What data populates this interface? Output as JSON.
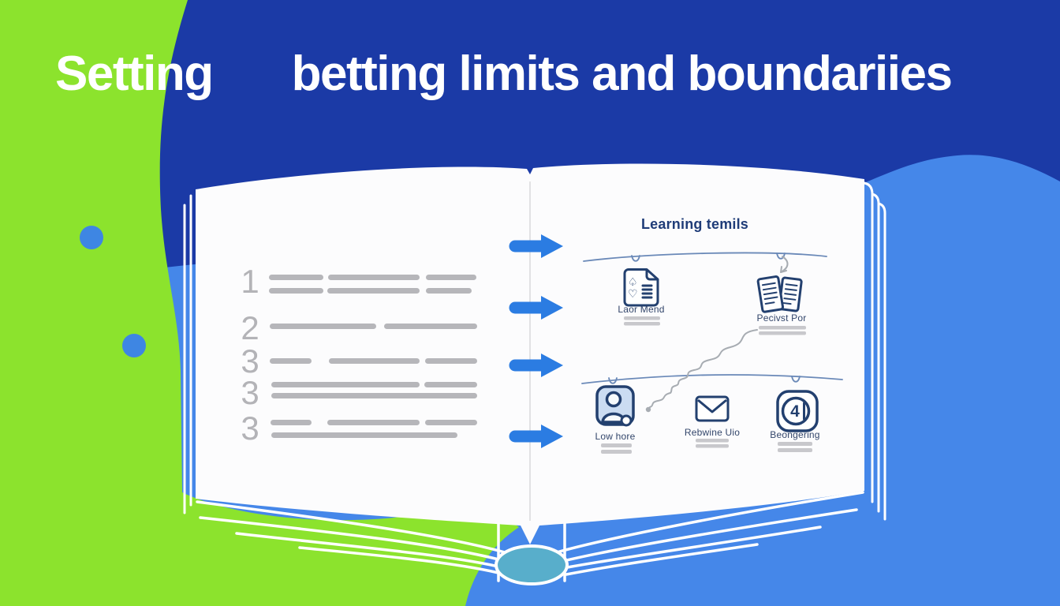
{
  "title": {
    "part1": "Setting",
    "part2": "betting limits and boundariies"
  },
  "book": {
    "left_page": {
      "items": [
        {
          "number": "1"
        },
        {
          "number": "2"
        },
        {
          "number": "3"
        },
        {
          "number": "3"
        },
        {
          "number": "3"
        }
      ]
    },
    "right_page": {
      "heading": "Learning temils",
      "top_row": [
        {
          "icon": "card-document-icon",
          "label": "Laor Mend"
        },
        {
          "icon": "open-booklet-icon",
          "label": "Pecivst Por"
        }
      ],
      "bottom_row": [
        {
          "icon": "person-icon",
          "label": "Low hore"
        },
        {
          "icon": "envelope-icon",
          "label": "Rebwine Uio"
        },
        {
          "icon": "number-badge-icon",
          "label": "Beongering",
          "badge_glyph": "4"
        }
      ]
    }
  },
  "colors": {
    "green_blob": "#8ce32d",
    "dark_blue": "#1b3aa6",
    "light_blue": "#4587e9",
    "arrow_blue": "#2b7ce2",
    "icon_navy": "#23406f",
    "heading_navy": "#1f3c78",
    "placeholder_gray": "#b6b6ba",
    "cylinder_teal": "#58aecb",
    "title_white": "#ffffff"
  }
}
